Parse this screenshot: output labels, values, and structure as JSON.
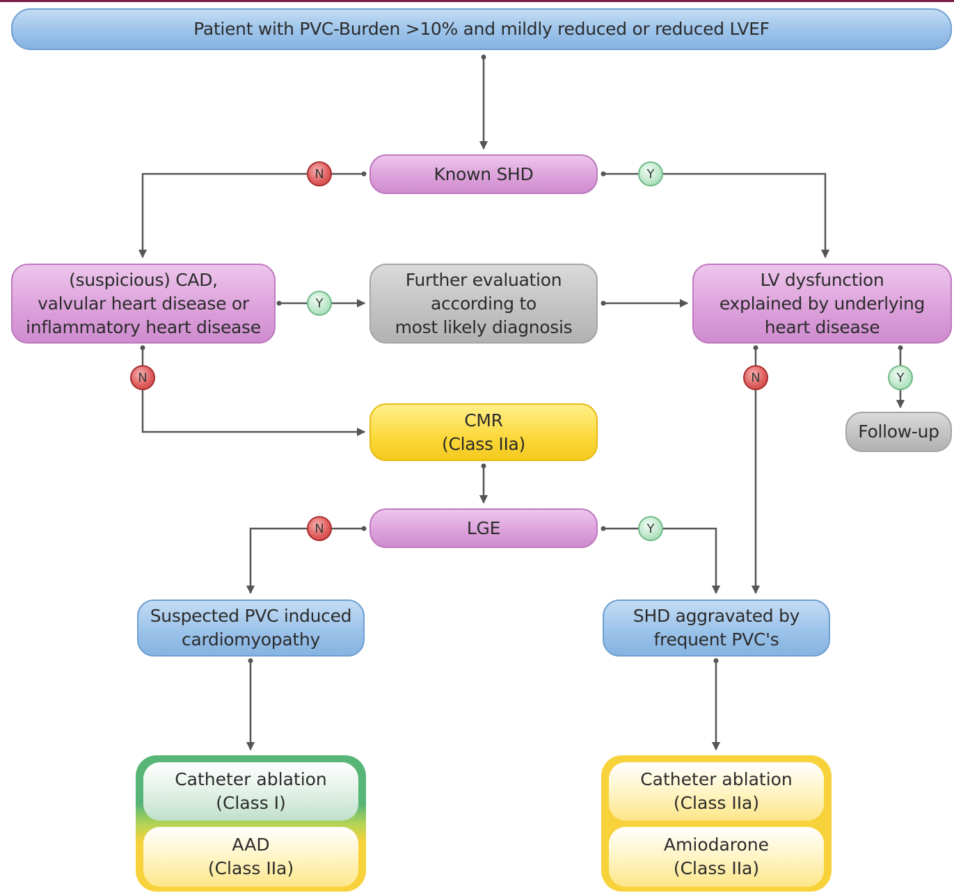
{
  "nodes": {
    "start": [
      "Patient with PVC-Burden >10% and mildly reduced or reduced LVEF"
    ],
    "known_shd": [
      "Known SHD"
    ],
    "cad": [
      "(suspicious) CAD,",
      "valvular heart disease or",
      "inflammatory heart disease"
    ],
    "further": [
      "Further evaluation",
      "according to",
      "most likely diagnosis"
    ],
    "lv": [
      "LV dysfunction",
      "explained by underlying",
      "heart disease"
    ],
    "cmr": [
      "CMR",
      "(Class IIa)"
    ],
    "follow": [
      "Follow-up"
    ],
    "lge": [
      "LGE"
    ],
    "suspected": [
      "Suspected PVC induced",
      "cardiomyopathy"
    ],
    "aggravated": [
      "SHD aggravated by",
      "frequent PVC's"
    ],
    "left_ablation": [
      "Catheter ablation",
      "(Class I)"
    ],
    "left_aad": [
      "AAD",
      "(Class IIa)"
    ],
    "right_ablation": [
      "Catheter ablation",
      "(Class IIa)"
    ],
    "right_amiodarone": [
      "Amiodarone",
      "(Class IIa)"
    ]
  },
  "badges": {
    "no": "N",
    "yes": "Y"
  },
  "colors": {
    "blue": "#9cc3ea",
    "purple": "#dda2dc",
    "grey": "#c3c3c3",
    "yellow": "#f8d23a",
    "green": "#57b577",
    "no_badge": "#d94f4f",
    "yes_badge": "#bfe8cb",
    "connector": "#555555"
  }
}
